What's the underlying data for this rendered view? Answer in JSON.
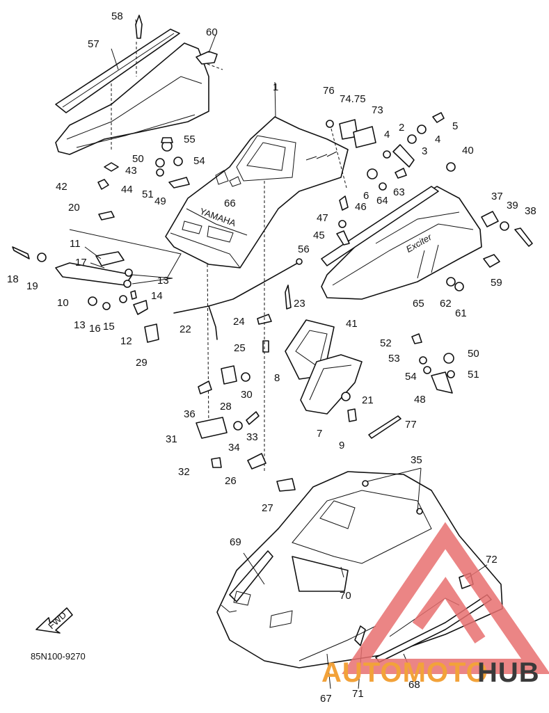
{
  "diagram": {
    "doc_code": "85N100-9270",
    "front_arrow_label": "FWD",
    "hood_brand": "YAMAHA",
    "side_brand": "Exciter",
    "watermark": {
      "text_left": "AUTOMOTO",
      "text_right": "HUB",
      "accent_color": "#f2a23a",
      "triangle_color": "#e87070",
      "dark_color": "#3a3a3a"
    },
    "callouts": [
      {
        "id": "c1",
        "label": "1"
      },
      {
        "id": "c2",
        "label": "2"
      },
      {
        "id": "c3",
        "label": "3"
      },
      {
        "id": "c4a",
        "label": "4"
      },
      {
        "id": "c4b",
        "label": "4"
      },
      {
        "id": "c5",
        "label": "5"
      },
      {
        "id": "c6",
        "label": "6"
      },
      {
        "id": "c7",
        "label": "7"
      },
      {
        "id": "c8",
        "label": "8"
      },
      {
        "id": "c9",
        "label": "9"
      },
      {
        "id": "c10",
        "label": "10"
      },
      {
        "id": "c11",
        "label": "11"
      },
      {
        "id": "c12",
        "label": "12"
      },
      {
        "id": "c13a",
        "label": "13"
      },
      {
        "id": "c13b",
        "label": "13"
      },
      {
        "id": "c14",
        "label": "14"
      },
      {
        "id": "c15",
        "label": "15"
      },
      {
        "id": "c16",
        "label": "16"
      },
      {
        "id": "c17",
        "label": "17"
      },
      {
        "id": "c18",
        "label": "18"
      },
      {
        "id": "c19",
        "label": "19"
      },
      {
        "id": "c20",
        "label": "20"
      },
      {
        "id": "c21",
        "label": "21"
      },
      {
        "id": "c22",
        "label": "22"
      },
      {
        "id": "c23",
        "label": "23"
      },
      {
        "id": "c24",
        "label": "24"
      },
      {
        "id": "c25",
        "label": "25"
      },
      {
        "id": "c26",
        "label": "26"
      },
      {
        "id": "c27",
        "label": "27"
      },
      {
        "id": "c28",
        "label": "28"
      },
      {
        "id": "c29",
        "label": "29"
      },
      {
        "id": "c30",
        "label": "30"
      },
      {
        "id": "c31",
        "label": "31"
      },
      {
        "id": "c32",
        "label": "32"
      },
      {
        "id": "c33",
        "label": "33"
      },
      {
        "id": "c34",
        "label": "34"
      },
      {
        "id": "c35",
        "label": "35"
      },
      {
        "id": "c36",
        "label": "36"
      },
      {
        "id": "c37",
        "label": "37"
      },
      {
        "id": "c38",
        "label": "38"
      },
      {
        "id": "c39",
        "label": "39"
      },
      {
        "id": "c40",
        "label": "40"
      },
      {
        "id": "c41",
        "label": "41"
      },
      {
        "id": "c42",
        "label": "42"
      },
      {
        "id": "c43",
        "label": "43"
      },
      {
        "id": "c44",
        "label": "44"
      },
      {
        "id": "c45",
        "label": "45"
      },
      {
        "id": "c46",
        "label": "46"
      },
      {
        "id": "c47",
        "label": "47"
      },
      {
        "id": "c48",
        "label": "48"
      },
      {
        "id": "c49",
        "label": "49"
      },
      {
        "id": "c50a",
        "label": "50"
      },
      {
        "id": "c50b",
        "label": "50"
      },
      {
        "id": "c51a",
        "label": "51"
      },
      {
        "id": "c51b",
        "label": "51"
      },
      {
        "id": "c52",
        "label": "52"
      },
      {
        "id": "c53",
        "label": "53"
      },
      {
        "id": "c54a",
        "label": "54"
      },
      {
        "id": "c54b",
        "label": "54"
      },
      {
        "id": "c55",
        "label": "55"
      },
      {
        "id": "c56",
        "label": "56"
      },
      {
        "id": "c57",
        "label": "57"
      },
      {
        "id": "c58",
        "label": "58"
      },
      {
        "id": "c59",
        "label": "59"
      },
      {
        "id": "c60",
        "label": "60"
      },
      {
        "id": "c61",
        "label": "61"
      },
      {
        "id": "c62",
        "label": "62"
      },
      {
        "id": "c63",
        "label": "63"
      },
      {
        "id": "c64",
        "label": "64"
      },
      {
        "id": "c65",
        "label": "65"
      },
      {
        "id": "c66",
        "label": "66"
      },
      {
        "id": "c67",
        "label": "67"
      },
      {
        "id": "c68",
        "label": "68"
      },
      {
        "id": "c69",
        "label": "69"
      },
      {
        "id": "c70",
        "label": "70"
      },
      {
        "id": "c71",
        "label": "71"
      },
      {
        "id": "c72",
        "label": "72"
      },
      {
        "id": "c73",
        "label": "73"
      },
      {
        "id": "c74",
        "label": "74.75"
      },
      {
        "id": "c76",
        "label": "76"
      },
      {
        "id": "c77",
        "label": "77"
      }
    ]
  }
}
